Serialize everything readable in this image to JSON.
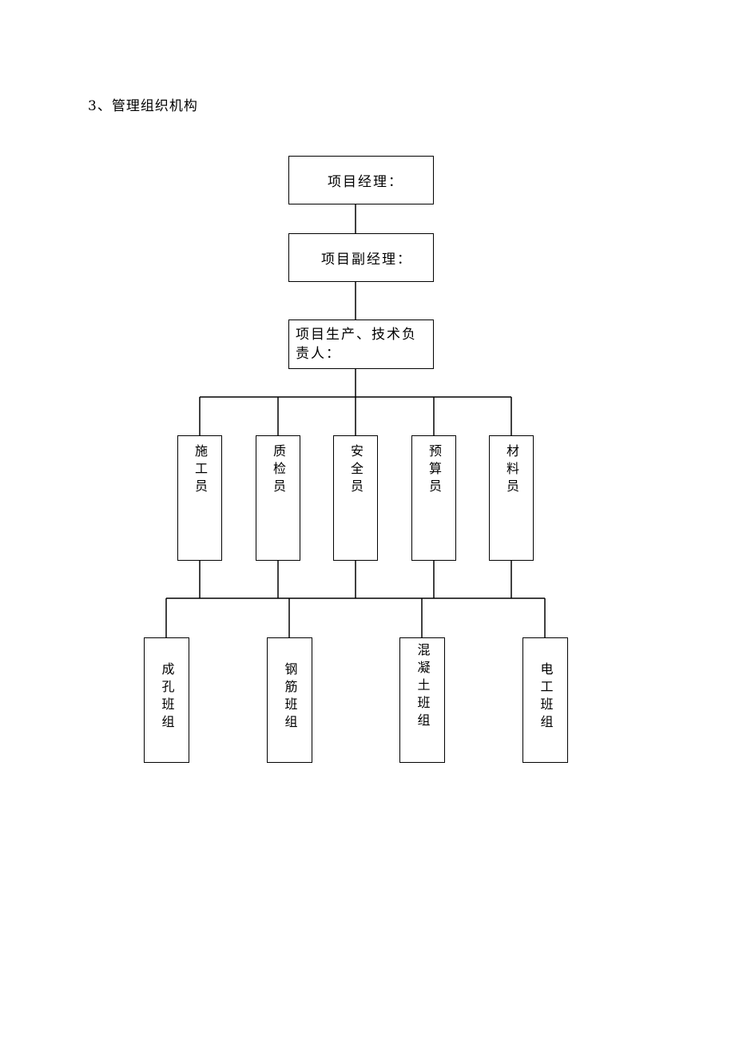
{
  "heading": "3、管理组织机构",
  "level1": "项目经理：",
  "level2": "项目副经理：",
  "level3": "项目生产、技术负责人：",
  "staff": [
    "施工员",
    "质检员",
    "安全员",
    "预算员",
    "材料员"
  ],
  "teams": [
    "成孔班组",
    "钢筋班组",
    "混凝土班组",
    "电工班组"
  ]
}
